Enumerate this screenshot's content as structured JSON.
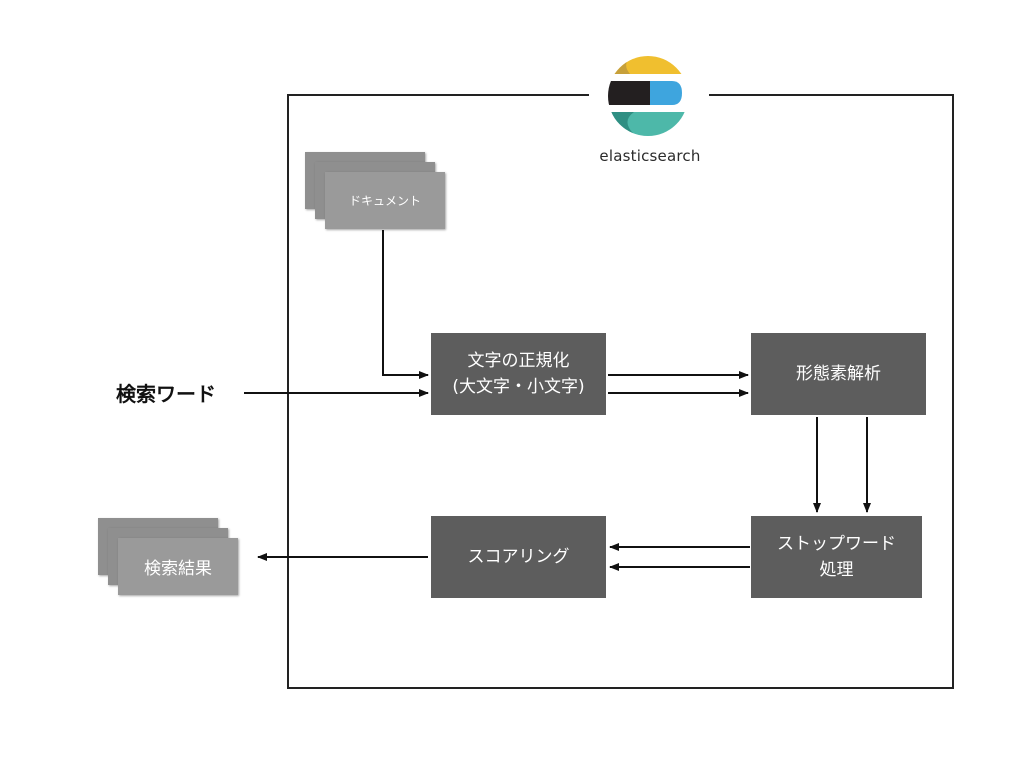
{
  "logo": {
    "wordmark": "elasticsearch",
    "colors": {
      "yellow": "#F0BF2F",
      "black": "#231F20",
      "blue": "#3EA5DE",
      "teal": "#4DB8A9"
    }
  },
  "inputs": {
    "document": "ドキュメント",
    "query": "検索ワード"
  },
  "steps": {
    "normalize": {
      "line1": "文字の正規化",
      "line2": "(大文字・小文字)"
    },
    "morph": "形態素解析",
    "stopword": {
      "line1": "ストップワード",
      "line2": "処理"
    },
    "scoring": "スコアリング"
  },
  "output": {
    "results": "検索結果"
  },
  "colors": {
    "box": "#5D5D5D",
    "card": "#9A9A9A",
    "line": "#111111",
    "frame": "#222222"
  }
}
